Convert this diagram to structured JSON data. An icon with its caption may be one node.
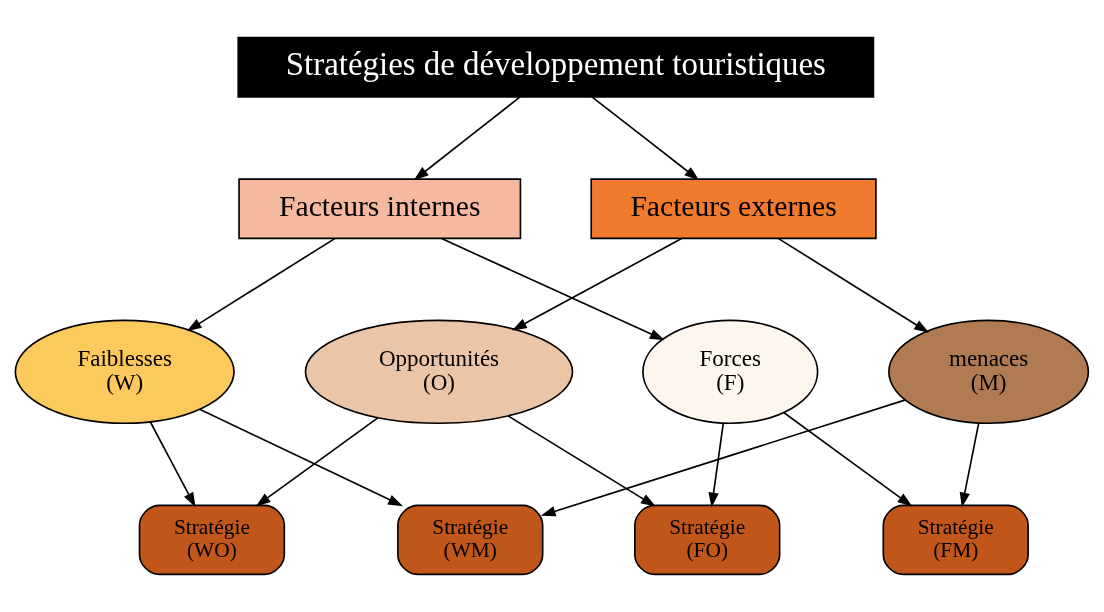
{
  "diagram": {
    "nodes": [
      {
        "text": [
          "Stratégies de développement touristiques"
        ]
      },
      {
        "text": [
          "Facteurs internes"
        ]
      },
      {
        "text": [
          "Facteurs externes"
        ]
      },
      {
        "text": [
          "Forces (F)"
        ]
      },
      {
        "text": [
          "Faiblesses (W)"
        ]
      },
      {
        "text": [
          "Opportunités (O)"
        ]
      },
      {
        "text": [
          "menaces (M)"
        ]
      },
      {
        "text": [
          "Stratégie (FO)"
        ]
      },
      {
        "text": [
          "Stratégie (WO)"
        ]
      },
      {
        "text": [
          "Stratégie (FM)"
        ]
      },
      {
        "text": [
          "Stratégie (WM)"
        ]
      }
    ],
    "edges": [
      {
        "from": 0,
        "to": 1,
        "arrow": "to"
      },
      {
        "from": 0,
        "to": 2,
        "arrow": "to"
      },
      {
        "from": 1,
        "to": 3,
        "arrow": "to"
      },
      {
        "from": 1,
        "to": 4,
        "arrow": "to"
      },
      {
        "from": 2,
        "to": 5,
        "arrow": "to"
      },
      {
        "from": 2,
        "to": 6,
        "arrow": "to"
      },
      {
        "from": 3,
        "to": 7,
        "arrow": "to"
      },
      {
        "from": 3,
        "to": 9,
        "arrow": "to"
      },
      {
        "from": 4,
        "to": 8,
        "arrow": "to"
      },
      {
        "from": 4,
        "to": 10,
        "arrow": "to"
      },
      {
        "from": 5,
        "to": 7,
        "arrow": "to"
      },
      {
        "from": 5,
        "to": 8,
        "arrow": "to"
      },
      {
        "from": 6,
        "to": 9,
        "arrow": "to"
      },
      {
        "from": 6,
        "to": 10,
        "arrow": "to"
      }
    ]
  }
}
